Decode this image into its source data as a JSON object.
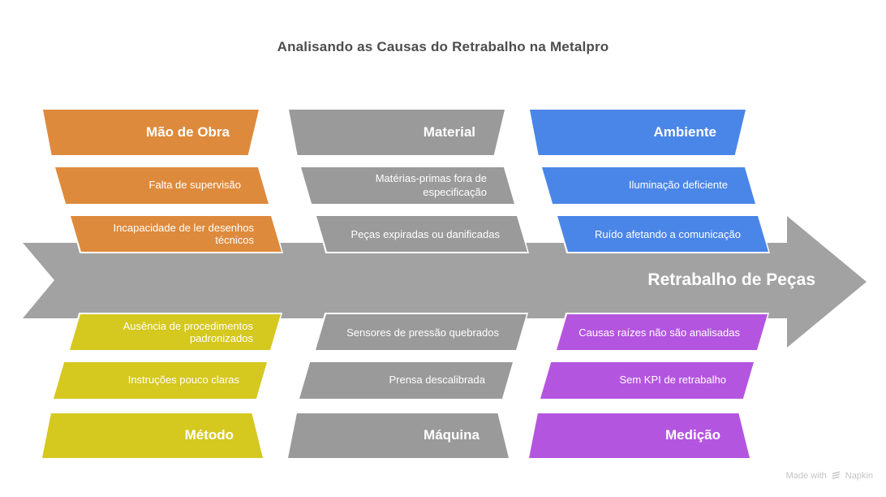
{
  "title": "Analisando as Causas do Retrabalho na Metalpro",
  "arrow": {
    "label": "Retrabalho de Peças",
    "color": "#a2a2a2"
  },
  "colors": {
    "orange": "#de8a3c",
    "gray": "#9a9a9a",
    "blue": "#4a86e8",
    "yellow": "#d5c81f",
    "purple": "#b455e0",
    "title_text": "#4d4d4d",
    "shape_text": "#ffffff",
    "footer_text": "#c4c4c4"
  },
  "categories": [
    {
      "label": "Mão de Obra",
      "color": "#de8a3c",
      "position": "top",
      "items": [
        "Falta de supervisão",
        "Incapacidade de ler desenhos\ntécnicos"
      ]
    },
    {
      "label": "Material",
      "color": "#9a9a9a",
      "position": "top",
      "items": [
        "Matérias-primas fora de\nespecificação",
        "Peças expiradas ou danificadas"
      ]
    },
    {
      "label": "Ambiente",
      "color": "#4a86e8",
      "position": "top",
      "items": [
        "Iluminação deficiente",
        "Ruído afetando a comunicação"
      ]
    },
    {
      "label": "Método",
      "color": "#d5c81f",
      "position": "bottom",
      "items": [
        "Ausência de procedimentos\npadronizados",
        "Instruções pouco claras"
      ]
    },
    {
      "label": "Máquina",
      "color": "#9a9a9a",
      "position": "bottom",
      "items": [
        "Sensores de pressão\nquebrados",
        "Prensa descalibrada"
      ]
    },
    {
      "label": "Medição",
      "color": "#b455e0",
      "position": "bottom",
      "items": [
        "Causas raízes não são\nanalisadas",
        "Sem KPI de retrabalho"
      ]
    }
  ],
  "footer": {
    "made_with": "Made with",
    "brand": "Napkin"
  }
}
